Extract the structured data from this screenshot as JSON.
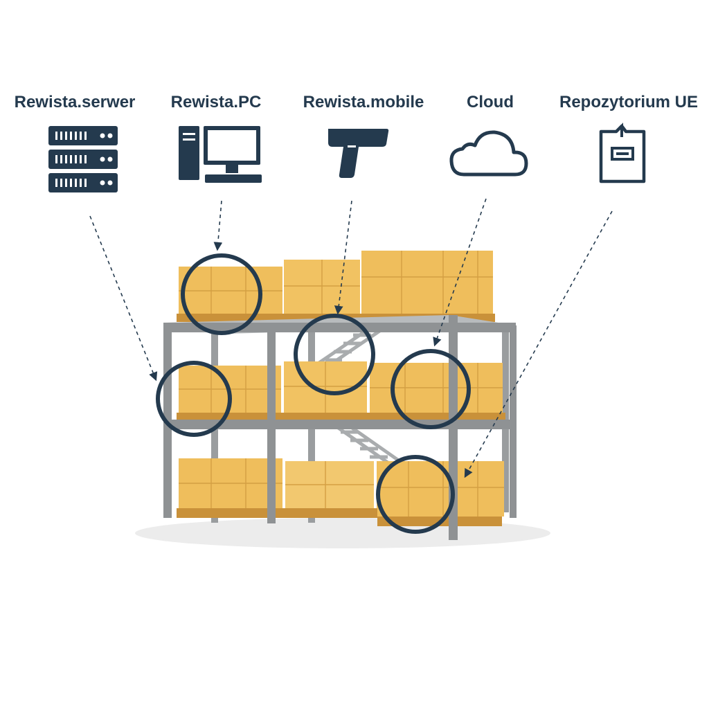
{
  "systems": [
    {
      "label": "Rewista.serwer",
      "icon": "server-rack-icon"
    },
    {
      "label": "Rewista.PC",
      "icon": "desktop-computer-icon"
    },
    {
      "label": "Rewista.mobile",
      "icon": "barcode-scanner-icon"
    },
    {
      "label": "Cloud",
      "icon": "cloud-icon"
    },
    {
      "label": "Repozytorium UE",
      "icon": "document-repository-icon"
    }
  ],
  "colors": {
    "navy": "#243a4e",
    "box": "#efbe5c",
    "box_dark": "#d9a240",
    "pallet": "#c9913a",
    "steel": "#8f9294"
  }
}
